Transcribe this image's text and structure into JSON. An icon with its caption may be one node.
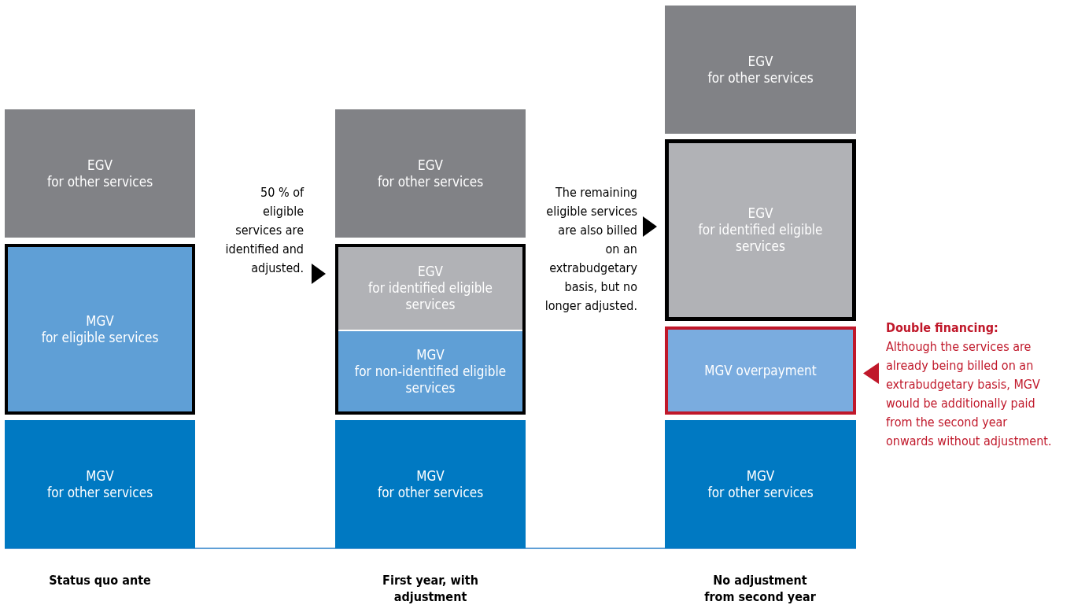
{
  "diagram": {
    "nodes": [
      {
        "text": [
          "EGV",
          "for other services"
        ]
      },
      {
        "text": [
          "MGV",
          "for eligible services"
        ]
      },
      {
        "text": [
          "MGV",
          "for other services"
        ]
      },
      {
        "text": [
          "EGV",
          "for other services"
        ]
      },
      {
        "text": [],
        "shape": "box"
      },
      {
        "text": [
          "EGV",
          "for identified eligible services"
        ],
        "in": 4
      },
      {
        "text": [
          "MGV",
          "for non-identified eligible services"
        ],
        "in": 4
      },
      {
        "text": [
          "MGV",
          "for other services"
        ]
      },
      {
        "text": [
          "EGV",
          "for other services"
        ]
      },
      {
        "text": [
          "EGV",
          "for identified eligible services"
        ]
      },
      {
        "text": [
          "MGV overpayment"
        ]
      },
      {
        "text": [
          "MGV",
          "for other services"
        ]
      }
    ],
    "edges": [],
    "labels": [
      "50 % of eligible services are identified and adjusted.",
      "The remaining eligible services are also billed on an extrabudgetary basis, but no longer adjusted.",
      "Double financing:",
      "Although the services are already being billed on an extrabudgetary basis, MGV would be additionally paid from the second year onwards without adjustment.",
      "Status quo ante",
      "First year, with adjustment",
      "No adjustment from second year"
    ]
  }
}
